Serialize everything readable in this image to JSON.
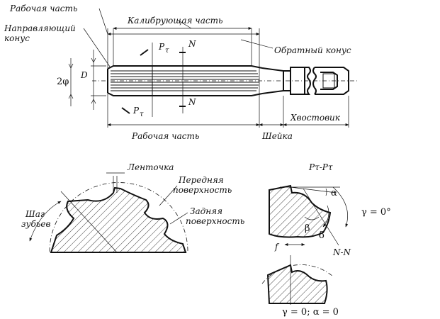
{
  "reamer": {
    "labels": {
      "working_part_top": "Рабочая часть",
      "calibrating_part": "Калибрующая часть",
      "guide_cone_line1": "Направляющий",
      "guide_cone_line2": "конус",
      "reverse_cone": "Обратный конус",
      "two_phi": "2φ",
      "diameter": "D",
      "p_tau_top": "P",
      "p_tau_top_sub": "τ",
      "p_tau_bottom": "P",
      "p_tau_bottom_sub": "τ",
      "section_n_top": "N",
      "section_n_bottom": "N",
      "shank": "Хвостовик",
      "working_part_bottom": "Рабочая часть",
      "neck": "Шейка"
    }
  },
  "cross_section": {
    "labels": {
      "land": "Ленточка",
      "rake_face_line1": "Передняя",
      "rake_face_line2": "поверхность",
      "flank_face_line1": "Задняя",
      "flank_face_line2": "поверхность",
      "tooth_pitch_line1": "Шаг",
      "tooth_pitch_line2": "зубьев"
    }
  },
  "tooth_detail_ptau": {
    "labels": {
      "title": "Pτ-Pτ",
      "alpha": "α",
      "beta": "β",
      "delta": "δ",
      "gamma": "γ = 0°",
      "f": "f"
    }
  },
  "tooth_detail_nn": {
    "labels": {
      "title": "N-N",
      "formula": "γ = 0; α = 0"
    }
  }
}
